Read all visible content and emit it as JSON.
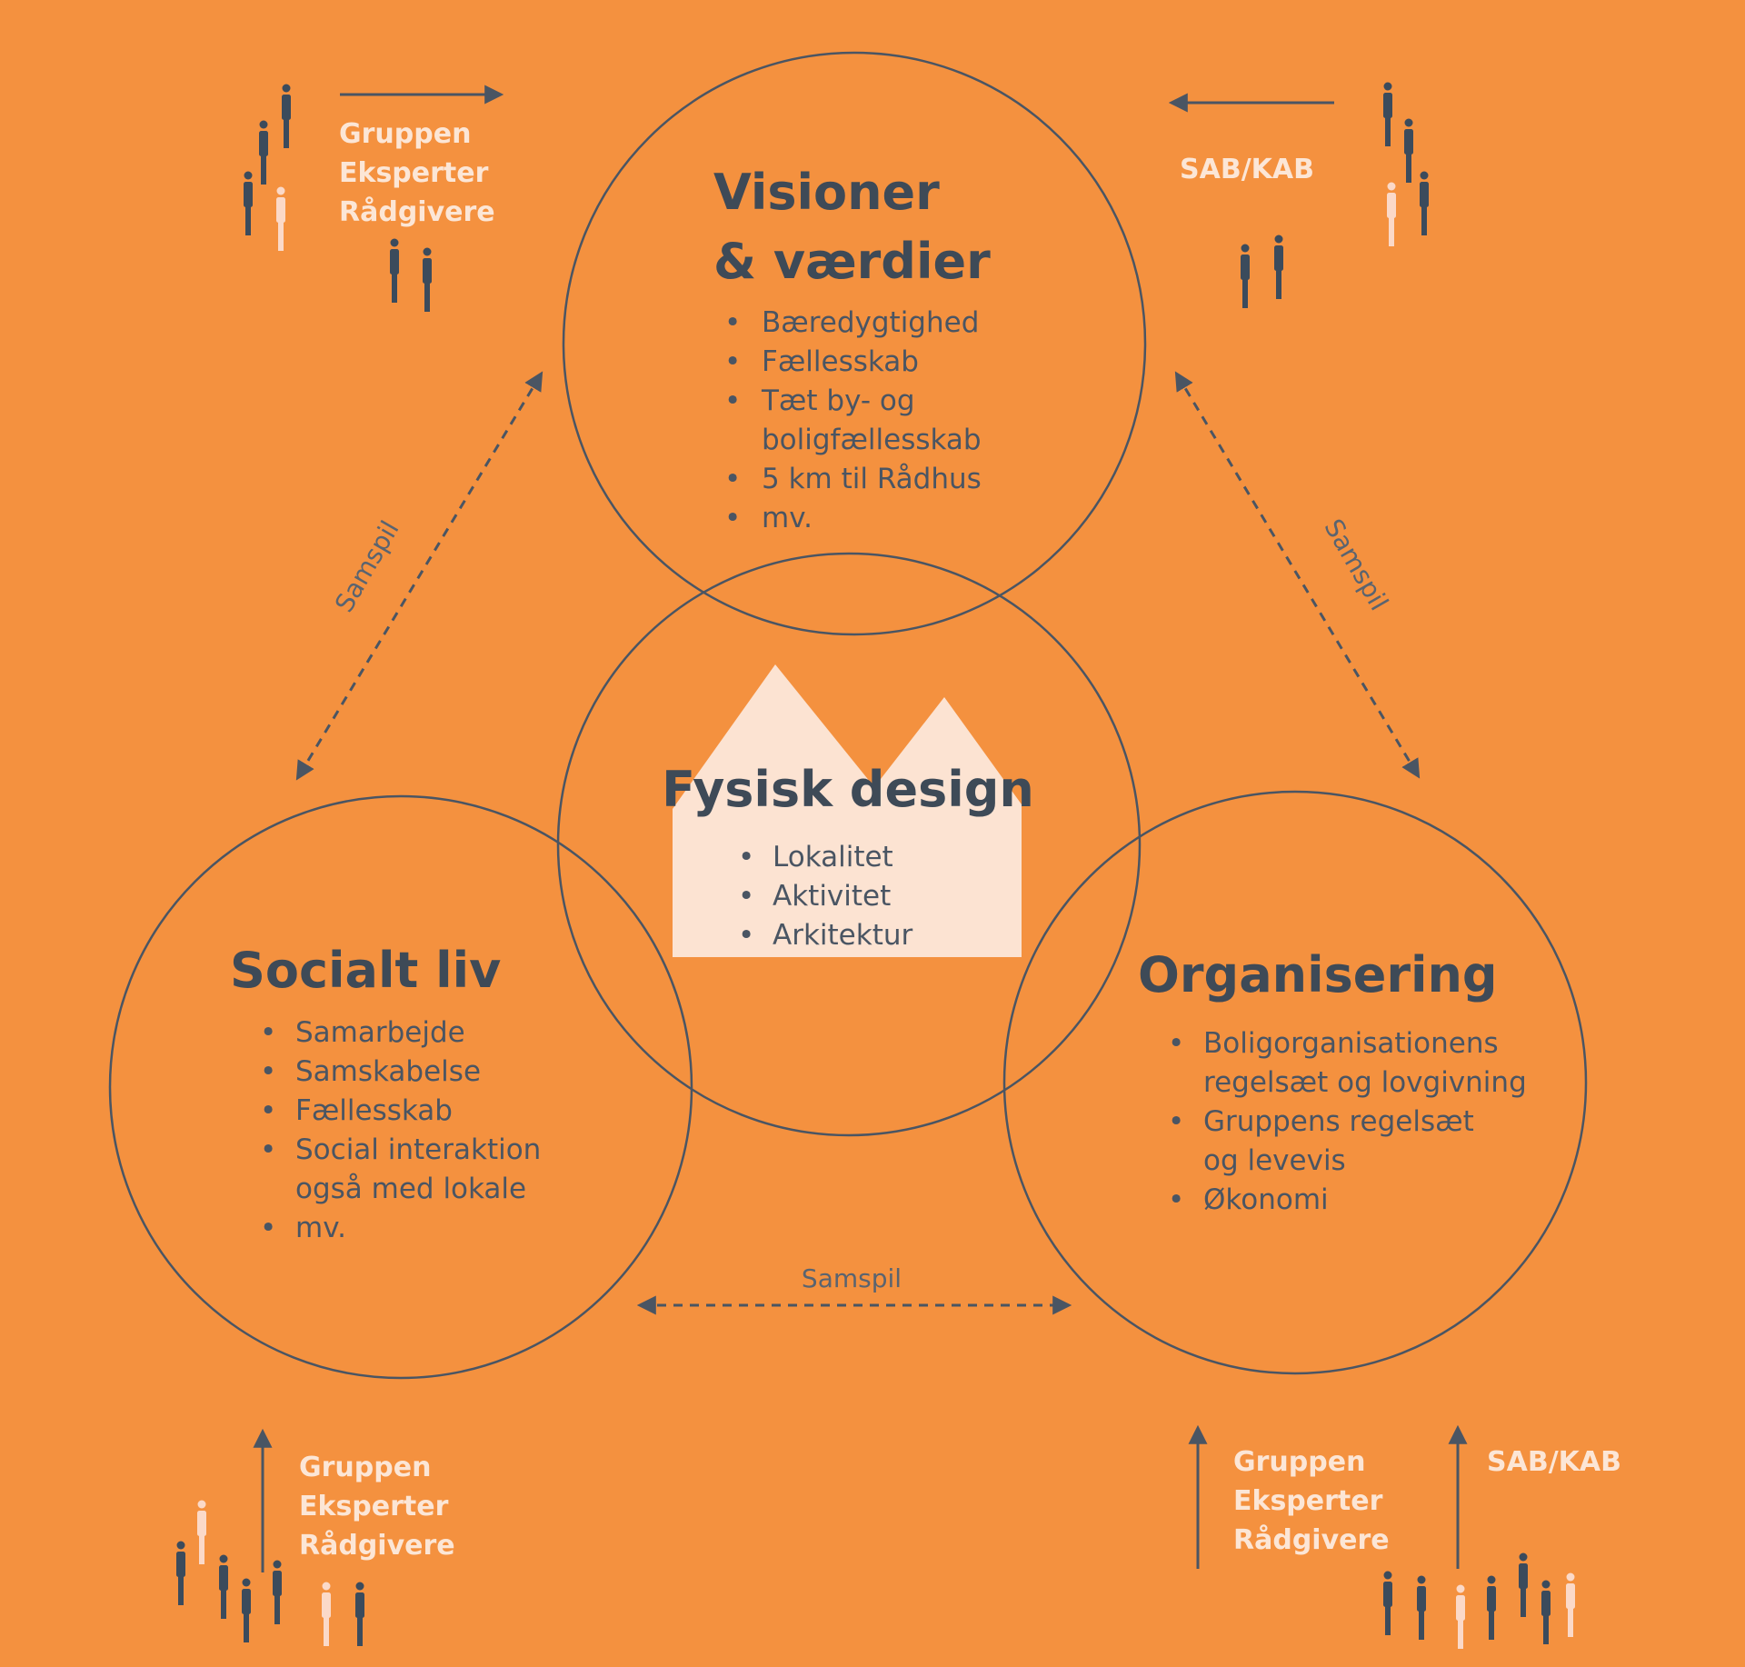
{
  "colors": {
    "background": "#F4913F",
    "line": "#4A5563",
    "title": "#3E4A57",
    "label": "#FCE6D6",
    "house": "#FCE3D2",
    "person_dark": "#3B4B5C",
    "person_light": "#FBD9C8"
  },
  "circles": {
    "visioner": {
      "title_line1": "Visioner",
      "title_line2": "& værdier",
      "items": [
        "Bæredygtighed",
        "Fællesskab",
        "Tæt by- og",
        "5 km til Rådhus",
        "mv."
      ],
      "item_continuations": [
        "boligfællesskab"
      ]
    },
    "fysisk": {
      "title": "Fysisk design",
      "items": [
        "Lokalitet",
        "Aktivitet",
        "Arkitektur"
      ]
    },
    "socialt": {
      "title": "Socialt liv",
      "items": [
        "Samarbejde",
        "Samskabelse",
        "Fællesskab",
        "Social interaktion",
        "mv."
      ],
      "item_continuations": [
        "også med lokale"
      ]
    },
    "organisering": {
      "title": "Organisering",
      "items": [
        "Boligorganisationens",
        "Gruppens regelsæt",
        "Økonomi"
      ],
      "item_continuations": [
        "regelsæt og lovgivning",
        "og levevis"
      ]
    }
  },
  "actor_groups": {
    "top_left": [
      "Gruppen",
      "Eksperter",
      "Rådgivere"
    ],
    "top_right": [
      "SAB/KAB"
    ],
    "bottom_left": [
      "Gruppen",
      "Eksperter",
      "Rådgivere"
    ],
    "bottom_right_a": [
      "Gruppen",
      "Eksperter",
      "Rådgivere"
    ],
    "bottom_right_b": [
      "SAB/KAB"
    ]
  },
  "interplay": {
    "left": "Samspil",
    "right": "Samspil",
    "bottom": "Samspil"
  }
}
